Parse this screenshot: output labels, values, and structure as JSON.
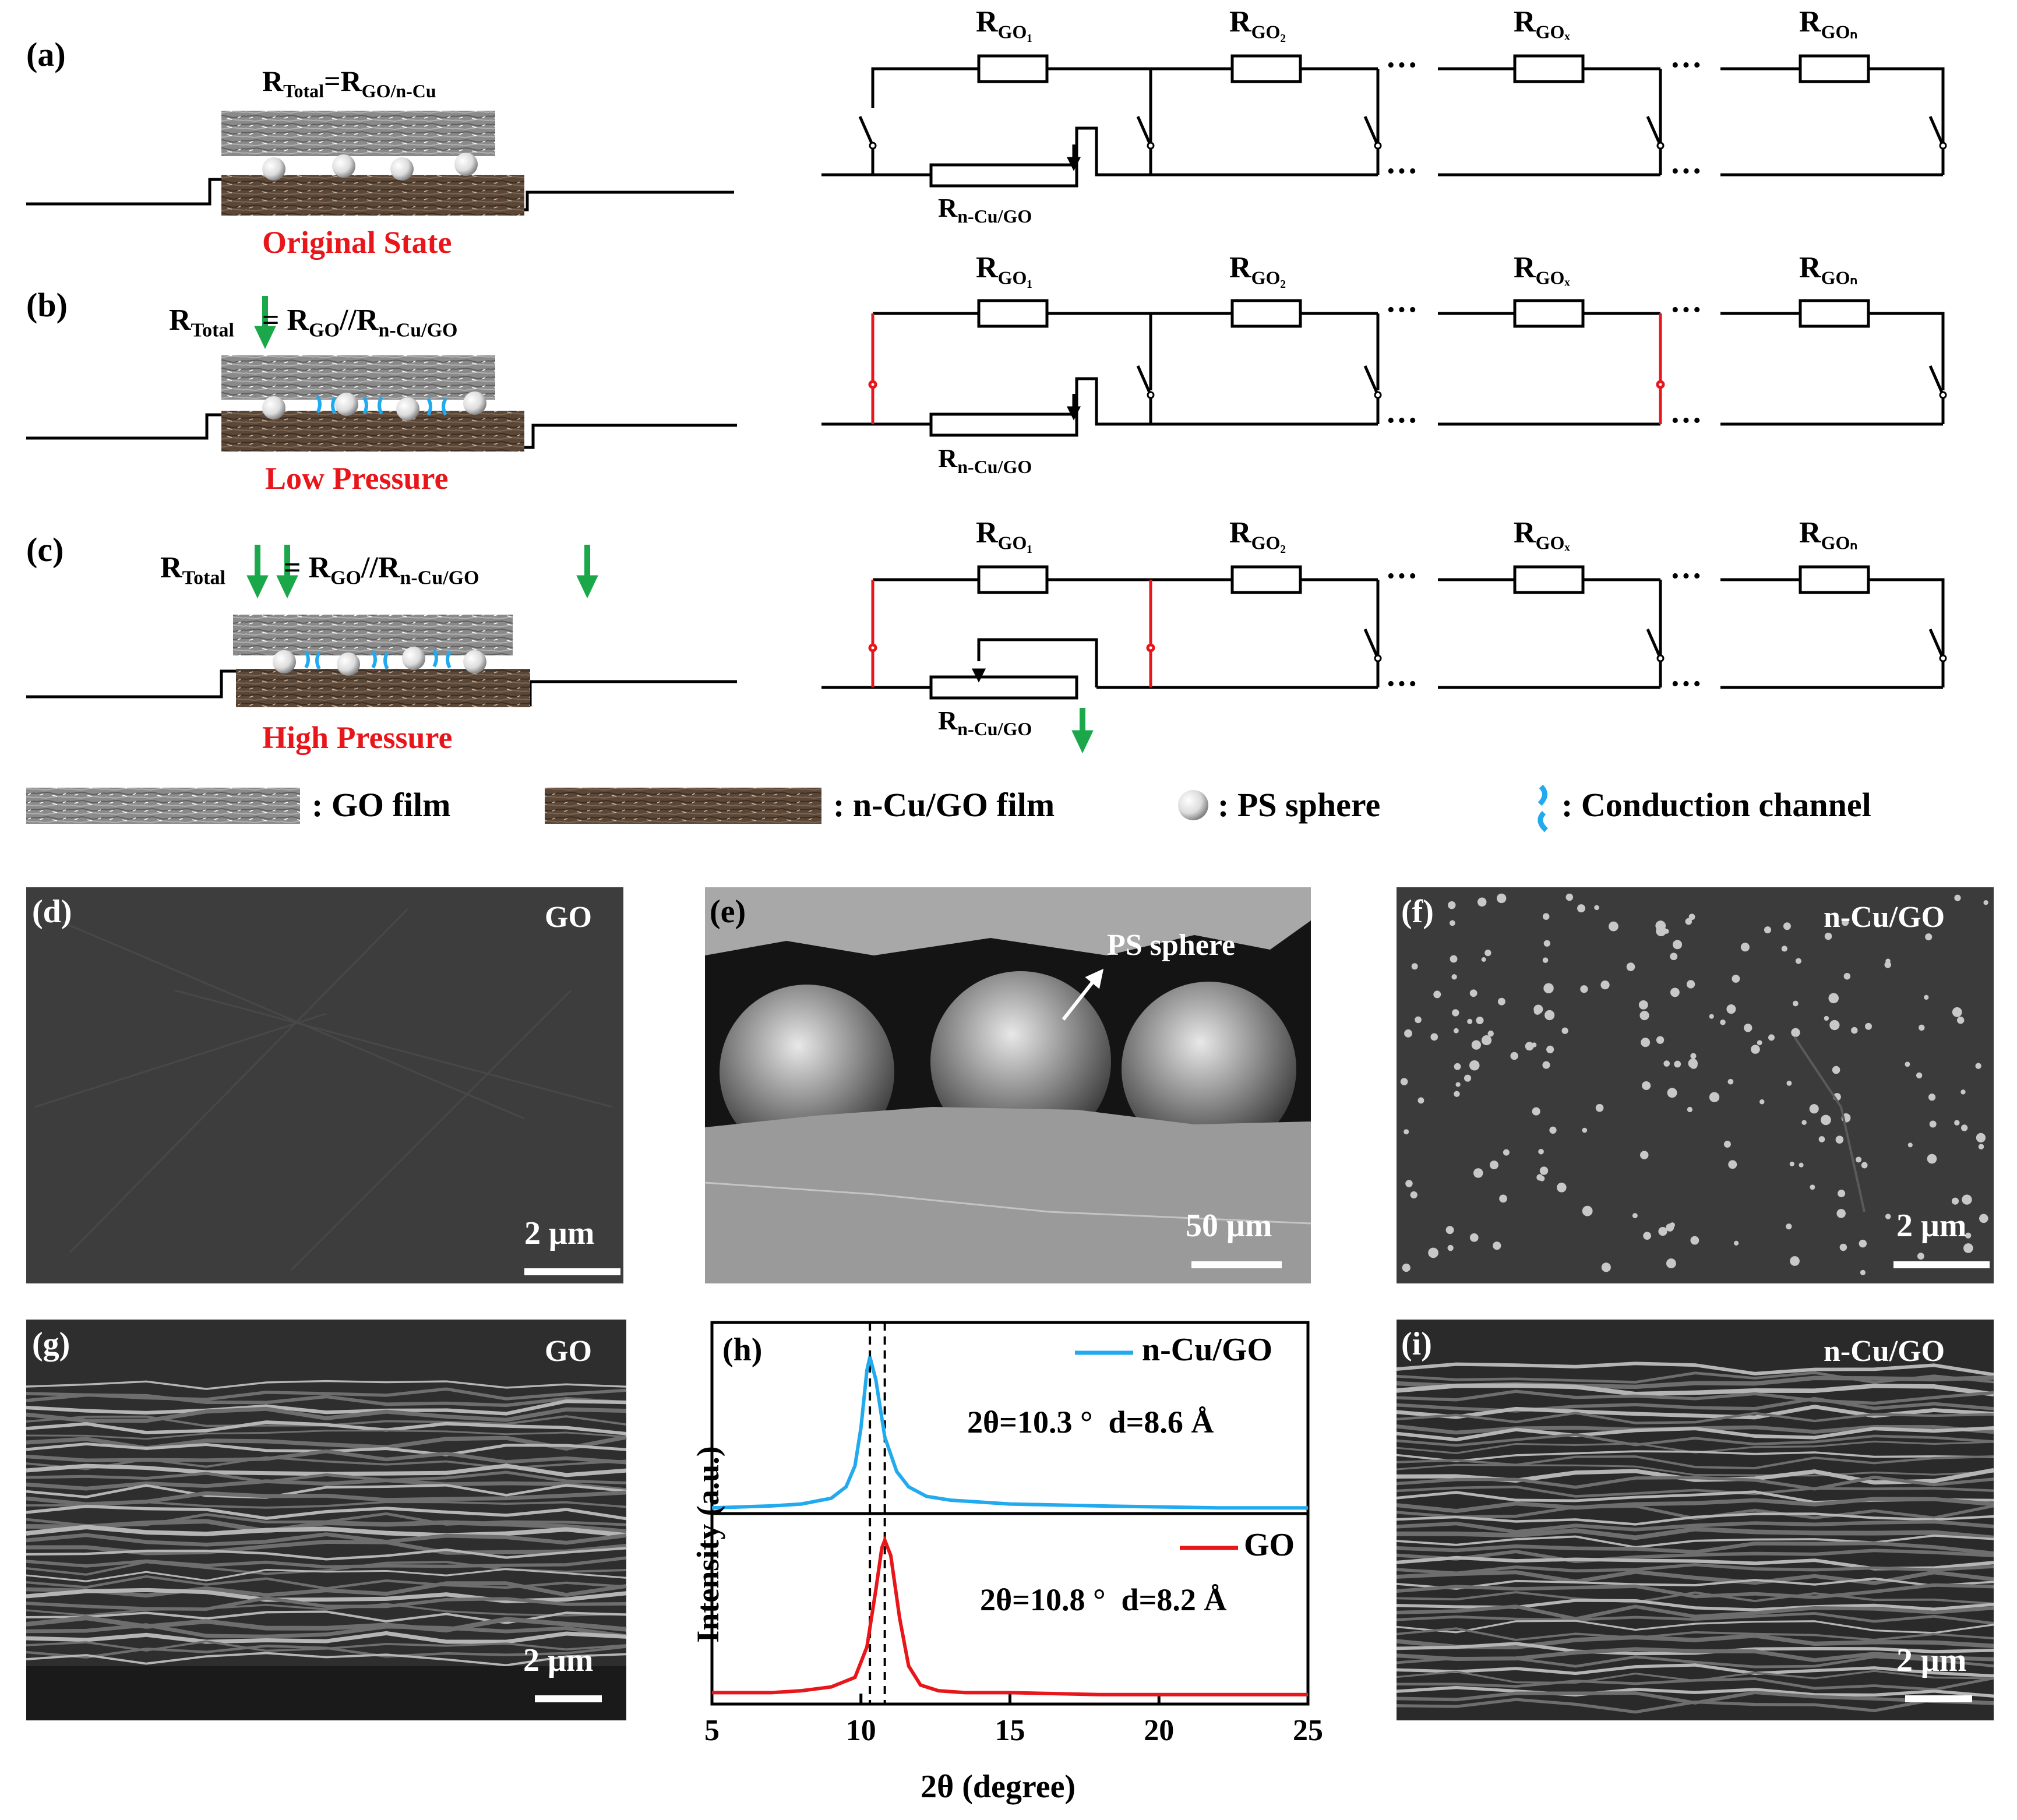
{
  "panels": {
    "a": {
      "label": "(a)",
      "eq_main": "R",
      "eq_sub": "Total",
      "eq_eq": "=R",
      "eq_sub2": "GO/n-Cu",
      "state": "Original State"
    },
    "b": {
      "label": "(b)",
      "eq_r": "R",
      "eq_sub": "Total",
      "eq_rhs": "= R",
      "eq_rhs_sub": "GO",
      "eq_par": "//R",
      "eq_par_sub": "n-Cu/GO",
      "state": "Low Pressure"
    },
    "c": {
      "label": "(c)",
      "eq_r": "R",
      "eq_sub": "Total",
      "eq_rhs": "= R",
      "eq_rhs_sub": "GO",
      "eq_par": "//R",
      "eq_par_sub": "n-Cu/GO",
      "state": "High Pressure"
    },
    "d": {
      "label": "(d)",
      "tag": "GO",
      "scale": "2 μm"
    },
    "e": {
      "label": "(e)",
      "annot": "PS sphere",
      "scale": "50 μm"
    },
    "f": {
      "label": "(f)",
      "tag": "n-Cu/GO",
      "scale": "2 μm"
    },
    "g": {
      "label": "(g)",
      "tag": "GO",
      "scale": "2 μm"
    },
    "h": {
      "label": "(h)"
    },
    "i": {
      "label": "(i)",
      "tag": "n-Cu/GO",
      "scale": "2 μm"
    }
  },
  "circuit": {
    "r": "R",
    "rgo1_sub": "GO₁",
    "rgo2_sub": "GO₂",
    "rgox_sub": "GOₓ",
    "rgon_sub": "GOₙ",
    "rcu_sub": "n-Cu/GO",
    "dots": "···"
  },
  "legend": {
    "go_film": ": GO film",
    "ncu_film": ": n-Cu/GO film",
    "ps_sphere": ": PS sphere",
    "channel": ": Conduction channel"
  },
  "colors": {
    "red": "#e8161b",
    "green": "#1aa84a",
    "blue": "#22aaee",
    "go_gray": "#7a7a7a",
    "cu_brown": "#5a4636"
  },
  "chart_data": {
    "type": "line",
    "ylabel": "Intensity (a.u.)",
    "xlabel": "2θ (degree)",
    "xlim": [
      5,
      25
    ],
    "x_ticks": [
      "5",
      "10",
      "15",
      "20",
      "25"
    ],
    "reference_lines_x": [
      10.3,
      10.8
    ],
    "series": [
      {
        "name": "n-Cu/GO",
        "color": "#22aaee",
        "peak_2theta": 10.3,
        "annotation": "2θ=10.3 °  d=8.6 Å",
        "x": [
          5,
          7,
          8,
          9,
          9.5,
          9.8,
          10.0,
          10.2,
          10.3,
          10.5,
          10.8,
          11.2,
          11.6,
          12.2,
          13,
          15,
          18,
          22,
          25
        ],
        "y": [
          0.03,
          0.04,
          0.05,
          0.08,
          0.14,
          0.25,
          0.45,
          0.75,
          0.82,
          0.7,
          0.4,
          0.22,
          0.14,
          0.09,
          0.07,
          0.05,
          0.04,
          0.03,
          0.03
        ]
      },
      {
        "name": "GO",
        "color": "#e8161b",
        "peak_2theta": 10.8,
        "annotation": "2θ=10.8 °  d=8.2 Å",
        "x": [
          5,
          7,
          8,
          9,
          9.8,
          10.2,
          10.5,
          10.7,
          10.8,
          11.0,
          11.3,
          11.6,
          12.0,
          12.6,
          13.5,
          15,
          18,
          22,
          25
        ],
        "y": [
          0.06,
          0.06,
          0.07,
          0.09,
          0.14,
          0.3,
          0.6,
          0.82,
          0.86,
          0.78,
          0.45,
          0.2,
          0.1,
          0.07,
          0.06,
          0.06,
          0.05,
          0.05,
          0.05
        ]
      }
    ]
  }
}
